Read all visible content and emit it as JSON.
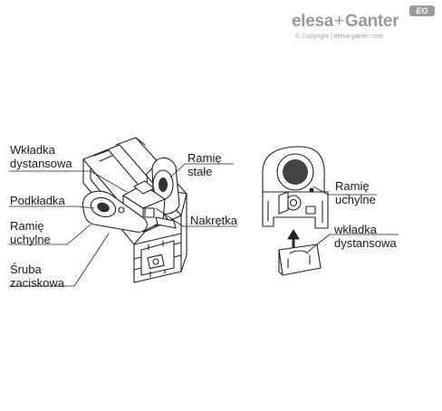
{
  "brand": {
    "name_left": "elesa",
    "plus": "+",
    "name_right": "Ganter",
    "badge": "EG",
    "copyright": "© Copyright | elesa-ganter.com",
    "color": "#9a9a9a"
  },
  "labels": {
    "wkladka_line1": "Wkładka",
    "wkladka_line2": "dystansowa",
    "ramie_stale_line1": "Ramię",
    "ramie_stale_line2": "stałe",
    "podkladka": "Podkładka",
    "ramie_uchylne_line1": "Ramię",
    "ramie_uchylne_line2": "uchylne",
    "nakretka": "Nakrętka",
    "sruba_line1": "Śruba",
    "sruba_line2": "zaciskowa",
    "right_ramie_line1": "Ramię",
    "right_ramie_line2": "uchylne",
    "right_wkladka_line1": "wkładka",
    "right_wkladka_line2": "dystansowa"
  },
  "icons": {
    "insertion_arrow": "arrow-up-icon"
  }
}
